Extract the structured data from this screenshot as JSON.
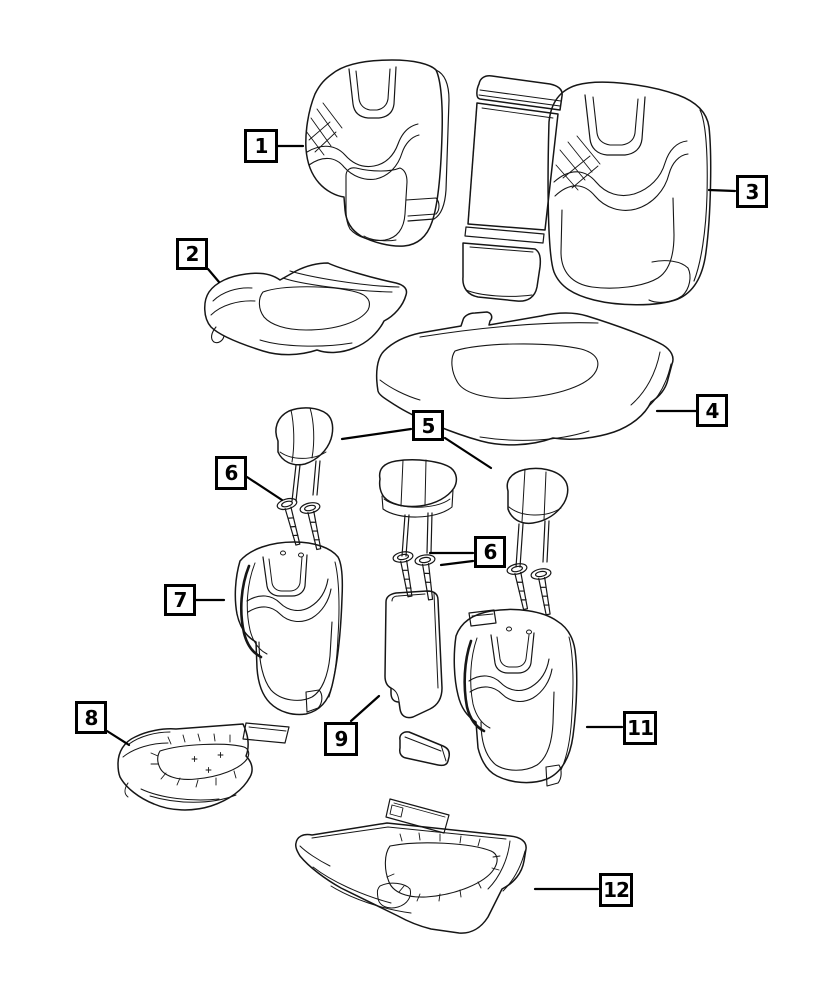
{
  "colors": {
    "background": "#ffffff",
    "line_art": "#161616",
    "callout_border": "#000000",
    "callout_text": "#000000"
  },
  "callouts": [
    {
      "id": "1",
      "label": "1"
    },
    {
      "id": "2",
      "label": "2"
    },
    {
      "id": "3",
      "label": "3"
    },
    {
      "id": "4",
      "label": "4"
    },
    {
      "id": "5",
      "label": "5"
    },
    {
      "id": "6a",
      "label": "6"
    },
    {
      "id": "6b",
      "label": "6"
    },
    {
      "id": "7",
      "label": "7"
    },
    {
      "id": "8",
      "label": "8"
    },
    {
      "id": "9",
      "label": "9"
    },
    {
      "id": "11",
      "label": "11"
    },
    {
      "id": "12",
      "label": "12"
    }
  ]
}
